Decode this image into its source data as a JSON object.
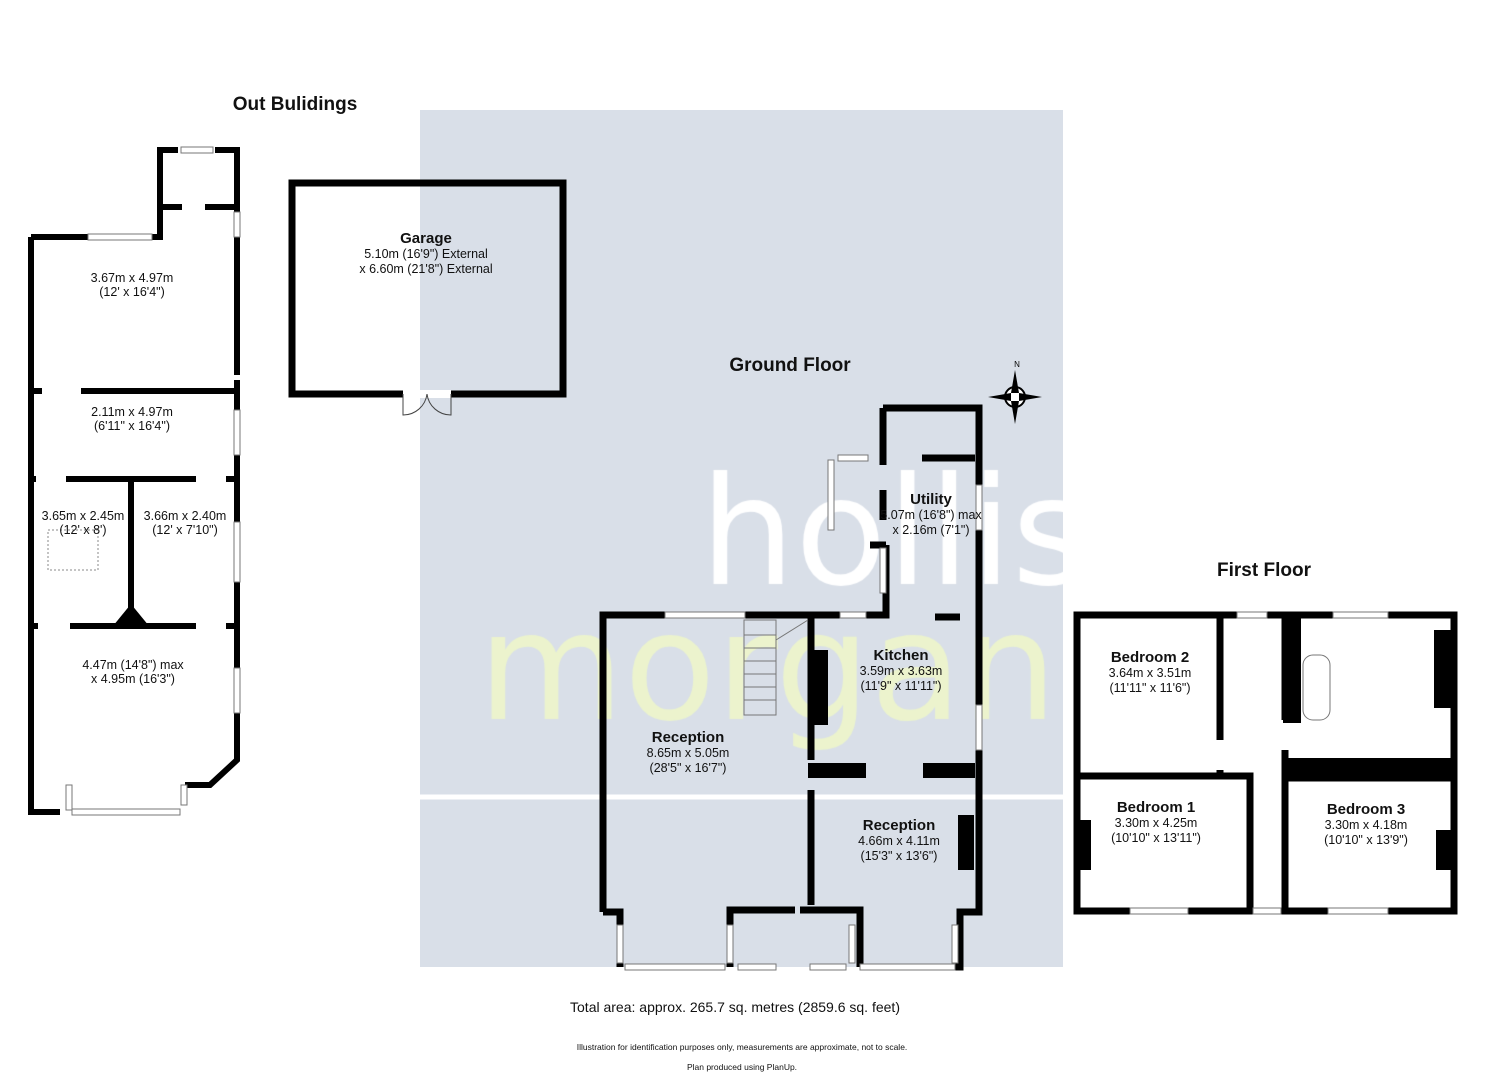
{
  "titles": {
    "out_buildings": "Out Bulidings",
    "ground_floor": "Ground Floor",
    "first_floor": "First Floor"
  },
  "out_buildings": {
    "rooms": [
      {
        "dims": "3.67m x 4.97m",
        "imperial": "(12' x 16'4\")"
      },
      {
        "dims": "2.11m x 4.97m",
        "imperial": "(6'11\" x 16'4\")"
      },
      {
        "dims": "3.65m x 2.45m",
        "imperial": "(12' x 8')"
      },
      {
        "dims": "3.66m x 2.40m",
        "imperial": "(12' x 7'10\")"
      },
      {
        "dims": "4.47m (14'8\") max",
        "imperial": "x 4.95m (16'3\")"
      }
    ],
    "garage": {
      "name": "Garage",
      "line1": "5.10m (16'9\") External",
      "line2": "x 6.60m (21'8\") External"
    }
  },
  "ground_floor": {
    "rooms": [
      {
        "name": "Utility",
        "line1": "5.07m (16'8\") max",
        "line2": "x 2.16m (7'1\")"
      },
      {
        "name": "Kitchen",
        "line1": "3.59m x 3.63m",
        "line2": "(11'9\" x 11'11\")"
      },
      {
        "name": "Reception",
        "line1": "8.65m x 5.05m",
        "line2": "(28'5\" x 16'7\")"
      },
      {
        "name": "Reception",
        "line1": "4.66m x 4.11m",
        "line2": "(15'3\" x 13'6\")"
      }
    ],
    "compass_label": "N"
  },
  "first_floor": {
    "rooms": [
      {
        "name": "Bedroom 2",
        "line1": "3.64m x 3.51m",
        "line2": "(11'11\" x 11'6\")"
      },
      {
        "name": "Bedroom 1",
        "line1": "3.30m x 4.25m",
        "line2": "(10'10\" x 13'11\")"
      },
      {
        "name": "Bedroom 3",
        "line1": "3.30m x 4.18m",
        "line2": "(10'10\" x 13'9\")"
      }
    ]
  },
  "watermark": {
    "line1": "hollis",
    "line2": "morgan",
    "color1": "#ffffff",
    "color2": "#eef7c8"
  },
  "footer": {
    "total_area": "Total area: approx. 265.7 sq. metres (2859.6 sq. feet)",
    "disclaimer": "Illustration for identification purposes only, measurements are approximate, not to scale.",
    "produced": "Plan produced using PlanUp."
  },
  "colors": {
    "wall": "#000000",
    "highlight": "#d9dfe8"
  }
}
